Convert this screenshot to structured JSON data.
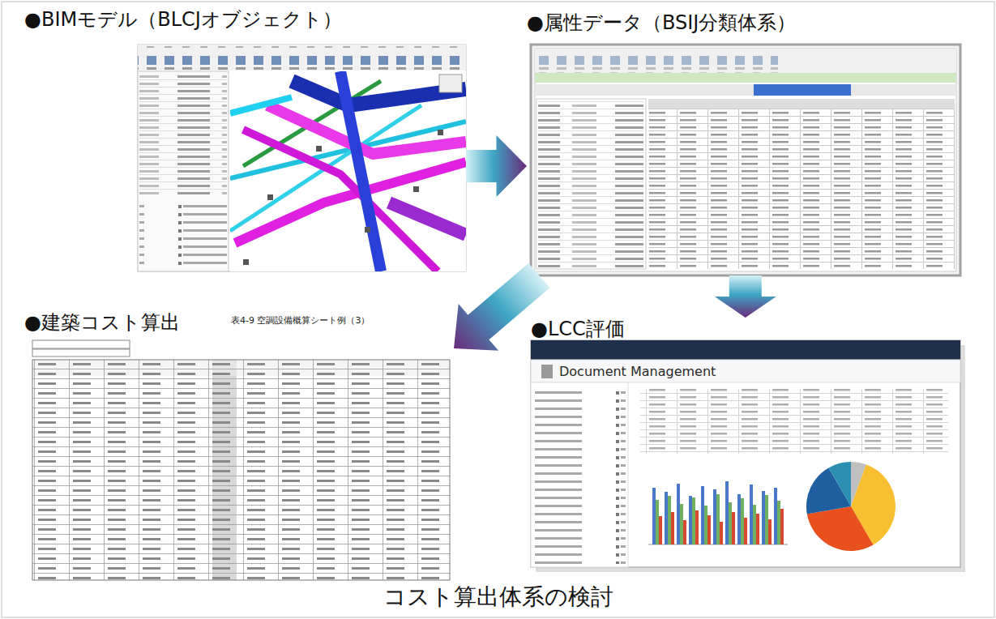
{
  "diagram": {
    "caption": "コスト算出体系の検討",
    "nodes": [
      {
        "text": [
          "●BIMモデル（BLCJオブジェクト）"
        ]
      },
      {
        "text": [
          "●属性データ（BSIJ分類体系）"
        ]
      },
      {
        "text": [
          "●建築コスト算出"
        ]
      },
      {
        "text": [
          "●LCC評価"
        ]
      }
    ],
    "edges": [
      {
        "from": 0,
        "to": 1,
        "arrow": "to"
      },
      {
        "from": 1,
        "to": 2,
        "arrow": "to"
      },
      {
        "from": 1,
        "to": 3,
        "arrow": "to"
      }
    ],
    "labels": [
      "表4-9 空調設備概算シート例（3）",
      "Document Management"
    ]
  }
}
